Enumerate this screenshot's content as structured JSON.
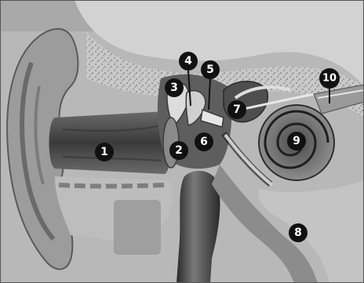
{
  "diagram": {
    "markers": [
      {
        "id": "m1",
        "label": "1"
      },
      {
        "id": "m2",
        "label": "2"
      },
      {
        "id": "m3",
        "label": "3"
      },
      {
        "id": "m4",
        "label": "4"
      },
      {
        "id": "m5",
        "label": "5"
      },
      {
        "id": "m6",
        "label": "6"
      },
      {
        "id": "m7",
        "label": "7"
      },
      {
        "id": "m8",
        "label": "8"
      },
      {
        "id": "m9",
        "label": "9"
      },
      {
        "id": "m10",
        "label": "10"
      }
    ]
  }
}
